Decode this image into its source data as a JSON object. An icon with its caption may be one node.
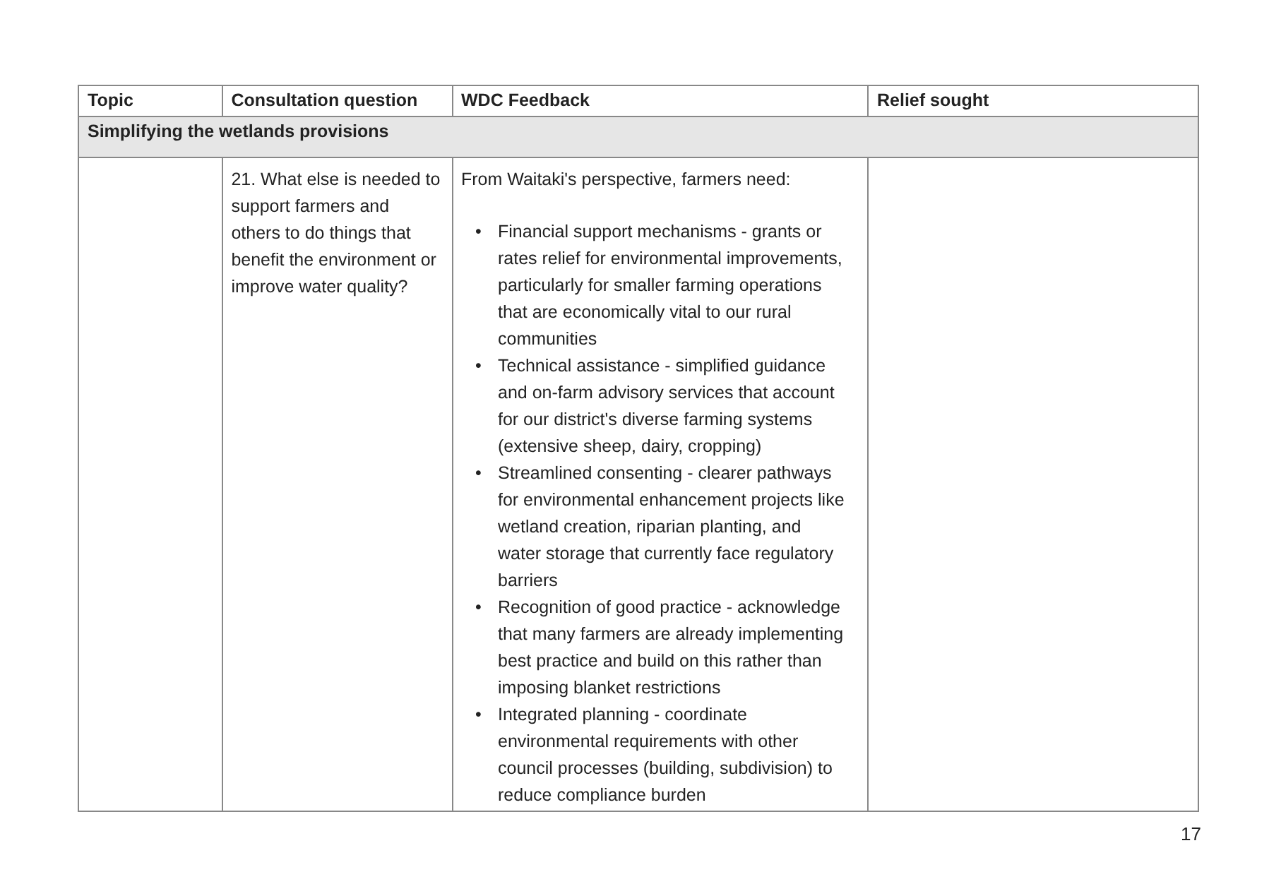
{
  "diagram": {
    "labels": [
      "Topic",
      "Consultation question",
      "WDC Feedback",
      "Relief sought",
      "Simplifying the wetlands provisions",
      "21. What else is needed to support farmers and others to do things that benefit the environment or improve water quality?",
      "From Waitaki's perspective, farmers need:",
      "•",
      "Financial support mechanisms - grants or rates relief for environmental improvements, particularly for smaller farming operations that are economically vital to our rural communities",
      "•",
      "Technical assistance - simplified guidance and on-farm advisory services that account for our district's diverse farming systems (extensive sheep, dairy, cropping)",
      "•",
      "Streamlined consenting - clearer pathways for environmental enhancement projects like wetland creation, riparian planting, and water storage that currently face regulatory barriers",
      "•",
      "Recognition of good practice - acknowledge that many farmers are already implementing best practice and build on this rather than imposing blanket restrictions",
      "•",
      "Integrated planning - coordinate environmental requirements with other council processes (building, subdivision) to reduce compliance burden",
      "17"
    ]
  }
}
